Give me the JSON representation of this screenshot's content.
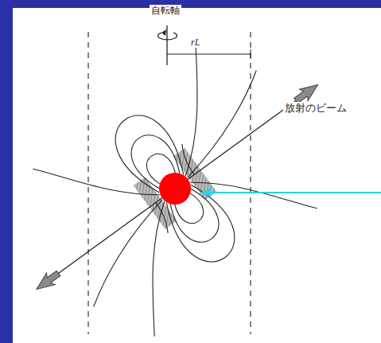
{
  "diagram": {
    "labels": [
      "自転軸",
      "rL",
      "放射のビーム"
    ]
  }
}
